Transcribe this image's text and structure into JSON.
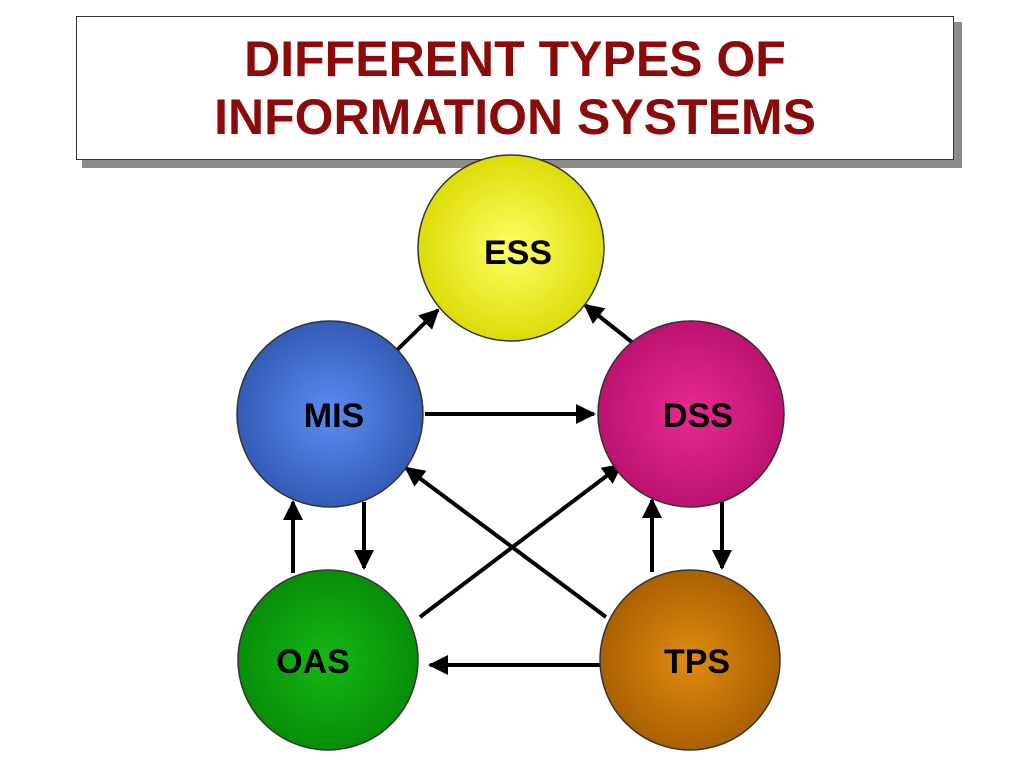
{
  "title": "DIFFERENT TYPES OF\nINFORMATION  SYSTEMS",
  "colors": {
    "title": "#8b0a0a",
    "ess": "#f0f000",
    "mis": "#3f6fe0",
    "dss": "#d0177f",
    "oas": "#0ca10c",
    "tps": "#d07a00",
    "arrow": "#000000"
  },
  "nodes": [
    {
      "id": "ess",
      "label": "ESS"
    },
    {
      "id": "mis",
      "label": "MIS"
    },
    {
      "id": "dss",
      "label": "DSS"
    },
    {
      "id": "oas",
      "label": "OAS"
    },
    {
      "id": "tps",
      "label": "TPS"
    }
  ],
  "edges": [
    {
      "from": "mis",
      "to": "ess"
    },
    {
      "from": "dss",
      "to": "ess"
    },
    {
      "from": "mis",
      "to": "dss"
    },
    {
      "from": "oas",
      "to": "mis"
    },
    {
      "from": "mis",
      "to": "oas"
    },
    {
      "from": "tps",
      "to": "dss"
    },
    {
      "from": "dss",
      "to": "tps"
    },
    {
      "from": "tps",
      "to": "oas"
    },
    {
      "from": "oas",
      "to": "dss"
    },
    {
      "from": "tps",
      "to": "mis"
    }
  ]
}
